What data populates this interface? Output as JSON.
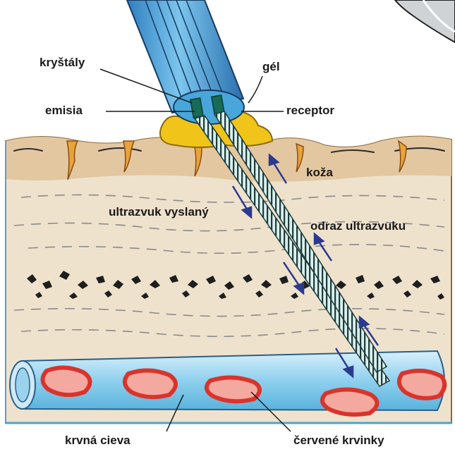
{
  "labels": {
    "crystals": "kryštály",
    "gel": "gél",
    "emission": "emisia",
    "receptor": "receptor",
    "skin": "koža",
    "ultrasound_sent": "ultrazvuk vyslaný",
    "ultrasound_reflection": "odraz ultrazvuku",
    "blood_vessel": "krvná cieva",
    "red_blood_cells": "červené krvinky"
  },
  "colors": {
    "skin_surface": "#e8d3b2",
    "tissue": "#efe2cd",
    "probe": "#4aa3d6",
    "gel": "#f0c419",
    "vessel": "#8fd0ee",
    "red_cell": "#d9342b",
    "arrow": "#2b3a8f",
    "beam": "#1f6f6a"
  }
}
